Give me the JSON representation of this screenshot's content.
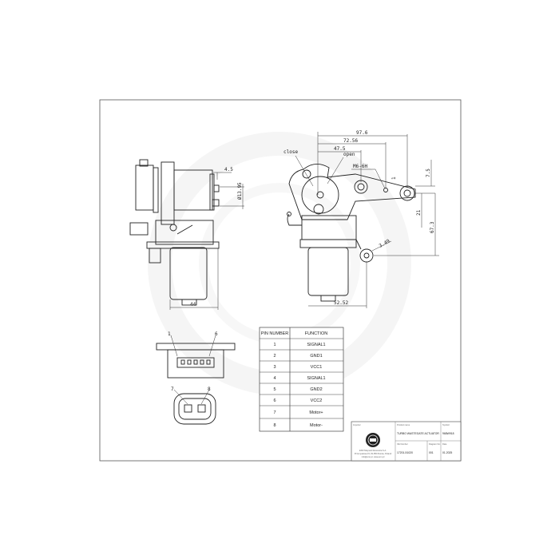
{
  "drawing": {
    "side_view_dims": {
      "offset": "4.5",
      "diameter": "Ø13.95",
      "width": "44"
    },
    "front_view_dims": {
      "d1": "97.6",
      "d2": "72.56",
      "d3": "47.5",
      "thread": "M6-6H",
      "v1": "7.5",
      "v2": "1",
      "v3": "21",
      "v4": "67.3",
      "hole": "3.49",
      "width": "52.52"
    },
    "labels": {
      "close": "close",
      "open": "open"
    },
    "connector_pins": {
      "p1": "1",
      "p6": "6",
      "p7": "7",
      "p8": "8"
    }
  },
  "pin_table": {
    "headers": [
      "PIN NUMBER",
      "FUNCTION"
    ],
    "rows": [
      [
        "1",
        "SIGNAL1"
      ],
      [
        "2",
        "GND1"
      ],
      [
        "3",
        "VCC1"
      ],
      [
        "4",
        "SIGNAL1"
      ],
      [
        "5",
        "GND2"
      ],
      [
        "6",
        "VCC2"
      ],
      [
        "7",
        "Motor+"
      ],
      [
        "8",
        "Motor-"
      ]
    ]
  },
  "title_block": {
    "importer_label": "Importer",
    "importer_text": [
      "ENN Maynard Akcesoria S.A.",
      "Przemysłowa 15, 81-850 Rumia, Poland",
      "info@enn.pl, www.enn.pl"
    ],
    "product_name_label": "Product name",
    "product_name": "TURBO WASTEGATE ACTUATOR",
    "symbol_label": "Symbol",
    "symbol": "968W918",
    "oe_label": "OE Number",
    "oe_number": "17201-51020",
    "diagram_label": "Diagram No.",
    "diagram_no": "001",
    "date_label": "Date",
    "date": "01.2025"
  },
  "colors": {
    "line": "#222222",
    "frame": "#555555",
    "watermark": "#eeeeee"
  }
}
